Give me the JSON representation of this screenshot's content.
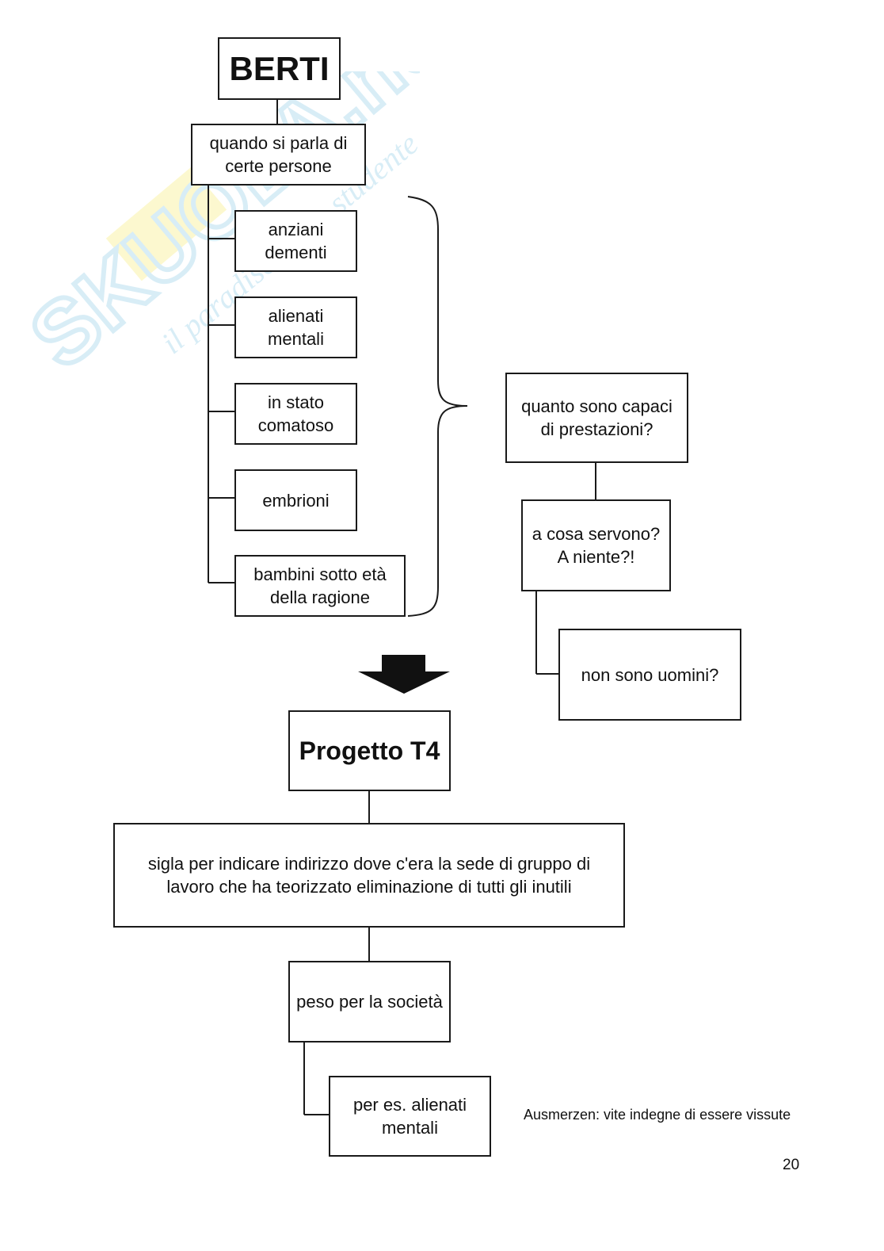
{
  "nodes": {
    "berti": "BERTI",
    "quando": "quando si parla di certe persone",
    "anziani": "anziani dementi",
    "alienati": "alienati mentali",
    "comatoso": "in stato comatoso",
    "embrioni": "embrioni",
    "bambini": "bambini sotto età della ragione",
    "capaci": "quanto sono capaci di prestazioni?",
    "servono_line1": "a cosa servono?",
    "servono_line2": "A niente?!",
    "uomini": "non sono uomini?",
    "progetto": "Progetto T4",
    "sigla": "sigla per indicare indirizzo dove c'era la sede di gruppo di lavoro che ha teorizzato eliminazione di tutti gli inutili",
    "peso": "peso per la società",
    "esempio": "per es. alienati mentali"
  },
  "note": "Ausmerzen: vite indegne di essere vissute",
  "page_number": "20",
  "watermark": {
    "brand": "SKUOLA.net",
    "tagline": "il paradiso dello studente"
  },
  "colors": {
    "border": "#1a1a1a",
    "watermark_blue": "#b9dff0",
    "watermark_yellow": "#fbf3a8"
  }
}
